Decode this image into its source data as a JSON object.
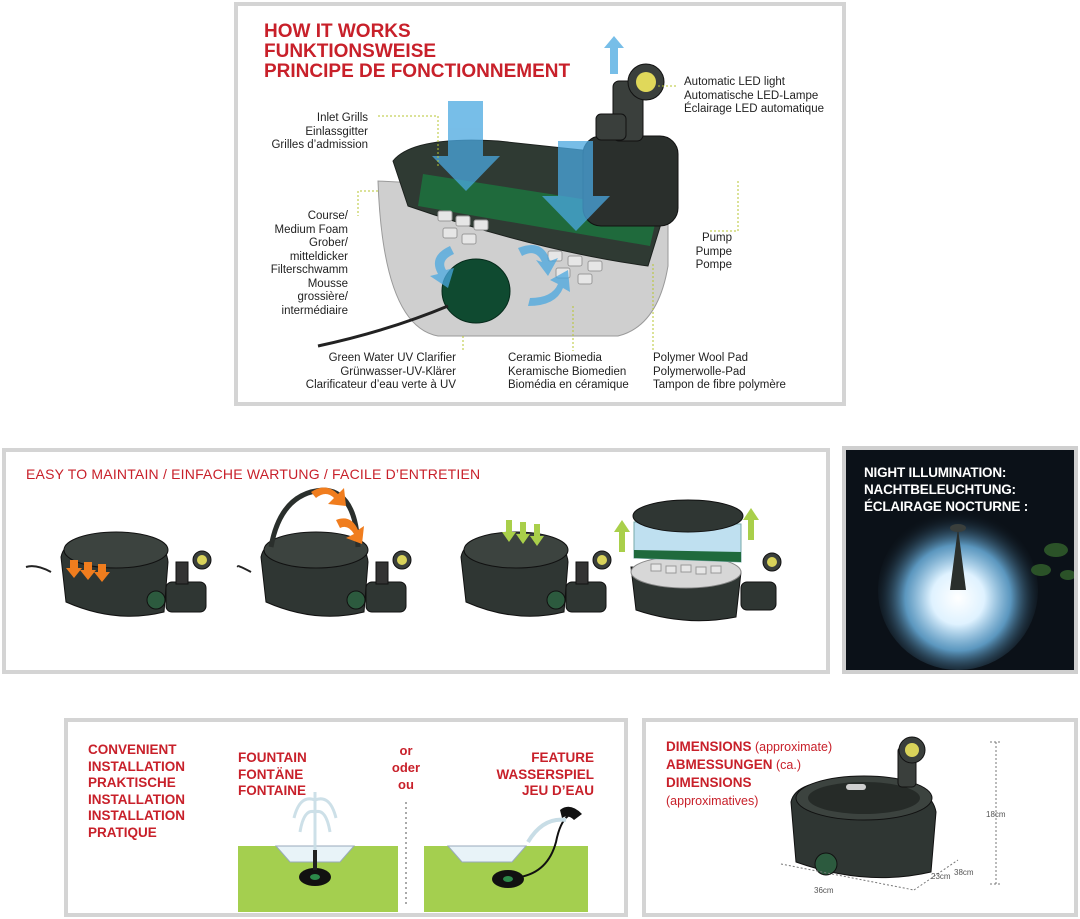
{
  "how_it_works": {
    "titles": [
      "HOW IT WORKS",
      "FUNKTIONSWEISE",
      "PRINCIPE DE FONCTIONNEMENT"
    ],
    "labels": {
      "led_light": [
        "Automatic LED light",
        "Automatische LED-Lampe",
        "Éclairage LED automatique"
      ],
      "inlet_grills": [
        "Inlet Grills",
        "Einlassgitter",
        "Grilles d’admission"
      ],
      "foam": [
        "Course/",
        "Medium Foam",
        "Grober/",
        "mitteldicker",
        "Filterschwamm",
        "Mousse",
        "grossière/",
        "intermédiaire"
      ],
      "pump": [
        "Pump",
        "Pumpe",
        "Pompe"
      ],
      "uv_clarifier": [
        "Green Water UV Clarifier",
        "Grünwasser-UV-Klärer",
        "Clarificateur d’eau verte à UV"
      ],
      "biomedia": [
        "Ceramic Biomedia",
        "Keramische Biomedien",
        "Biomédia en céramique"
      ],
      "wool_pad": [
        "Polymer Wool Pad",
        "Polymerwolle-Pad",
        "Tampon de fibre polymère"
      ]
    }
  },
  "maintain": {
    "title": "EASY TO MAINTAIN / EINFACHE WARTUNG / FACILE D’ENTRETIEN"
  },
  "night": {
    "titles": [
      "NIGHT ILLUMINATION:",
      "NACHTBELEUCHTUNG:",
      "ÉCLAIRAGE NOCTURNE :"
    ]
  },
  "installation": {
    "title_lines": [
      "CONVENIENT",
      "INSTALLATION",
      "PRAKTISCHE",
      "INSTALLATION",
      "INSTALLATION",
      "PRATIQUE"
    ],
    "fountain": [
      "FOUNTAIN",
      "FONTÄNE",
      "FONTAINE"
    ],
    "or_words": [
      "or",
      "oder",
      "ou"
    ],
    "feature": [
      "FEATURE",
      "WASSERSPIEL",
      "JEU D’EAU"
    ]
  },
  "dimensions": {
    "lines": [
      {
        "bold": "DIMENSIONS",
        "light": " (approximate)"
      },
      {
        "bold": "ABMESSUNGEN",
        "light": " (ca.)"
      },
      {
        "bold": "DIMENSIONS",
        "light": ""
      },
      {
        "bold": "",
        "light": "(approximatives)"
      }
    ],
    "measures": {
      "height": "18cm",
      "width": "36cm",
      "depth_a": "23cm",
      "depth_b": "38cm"
    }
  },
  "colors": {
    "accent_red": "#c8202a",
    "panel_border": "#d4d4d4",
    "arrow_blue": "#4aa8e0",
    "arrow_orange": "#f07d1e",
    "arrow_green": "#a9cf4a",
    "grass_green": "#a4cf4f"
  }
}
